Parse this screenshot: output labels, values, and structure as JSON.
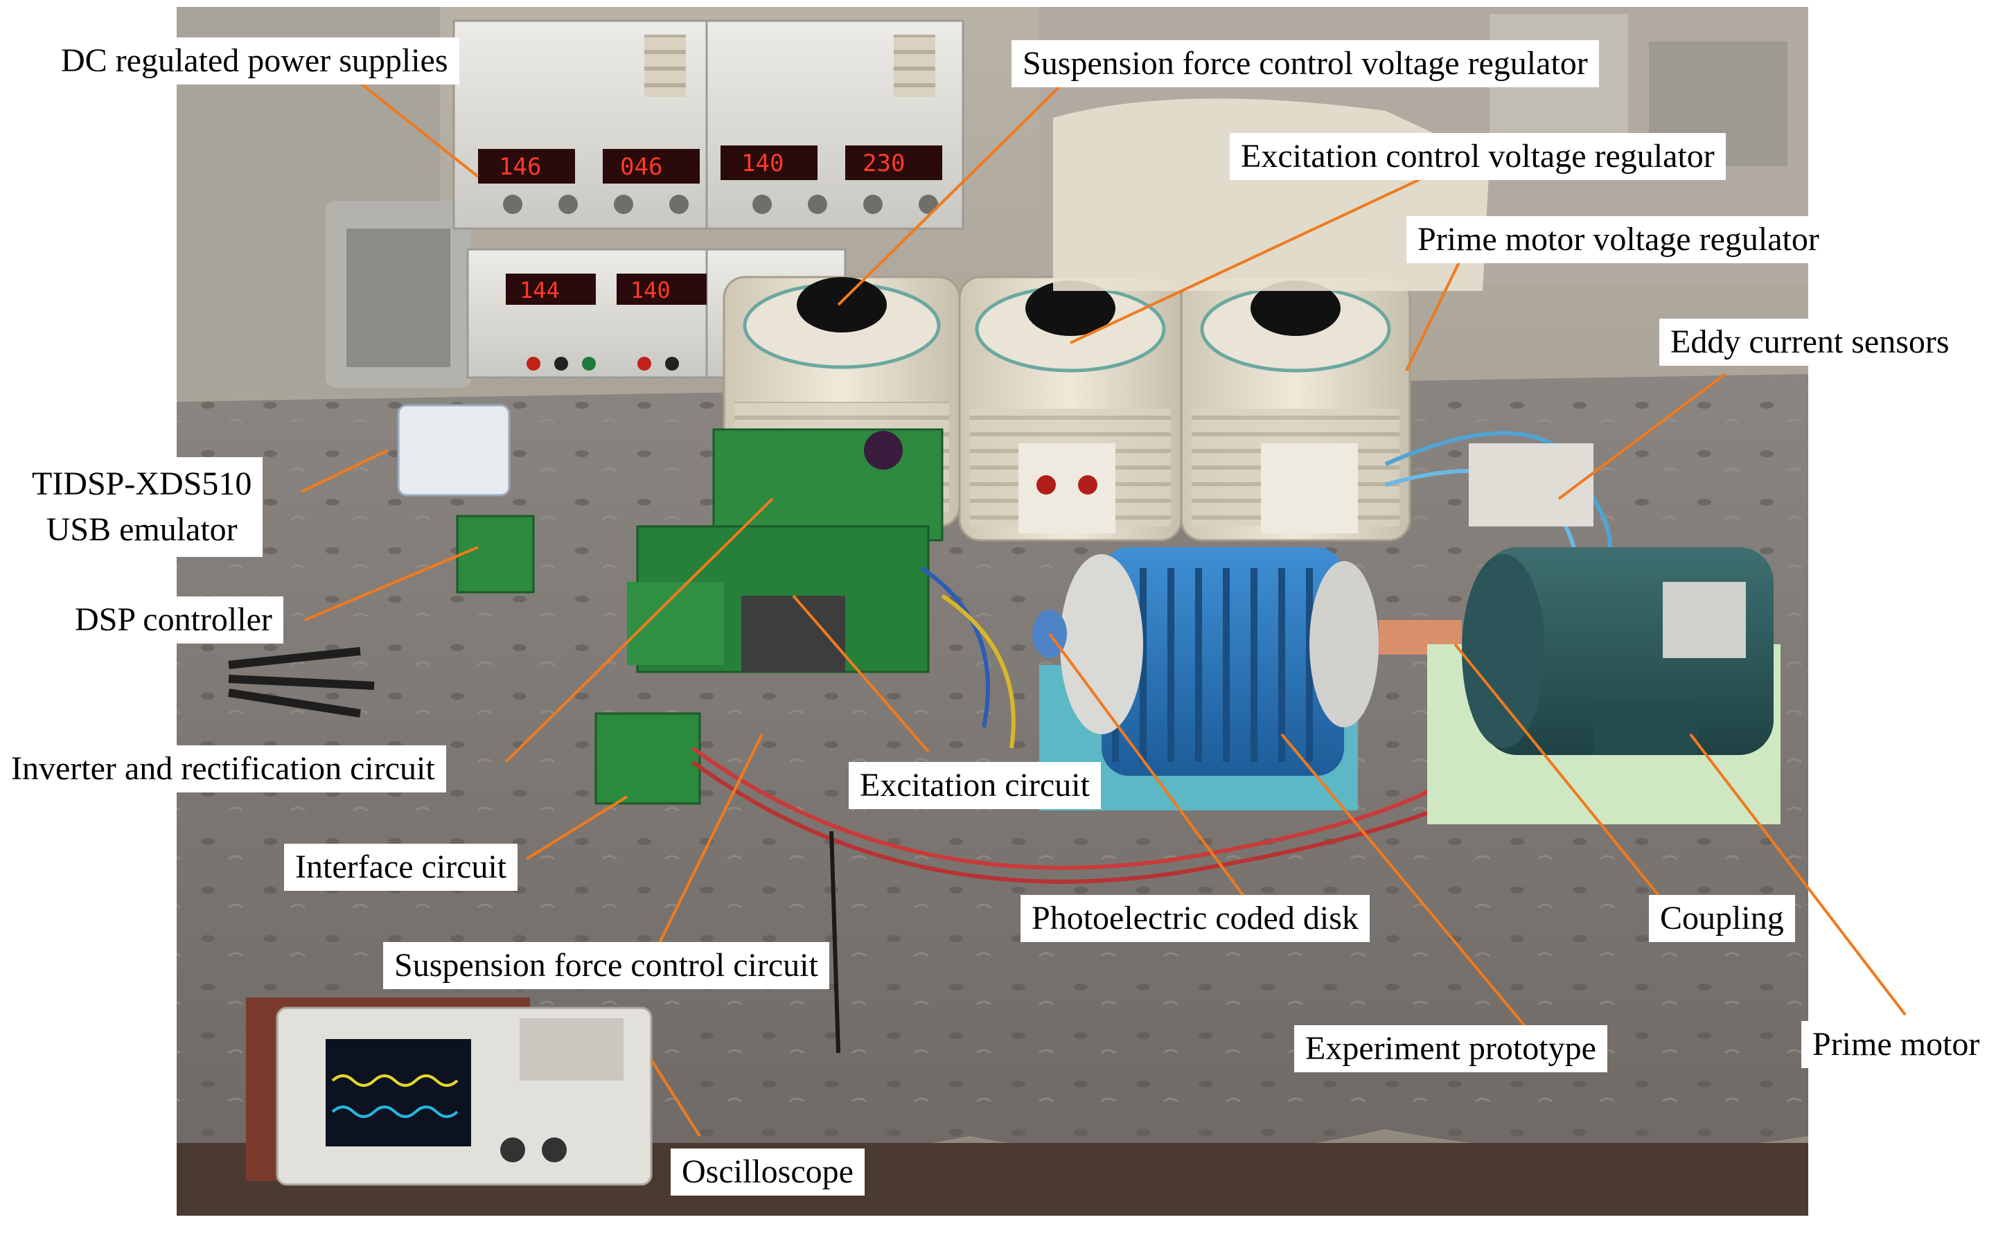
{
  "figure": {
    "labels": {
      "dc_power": "DC regulated power supplies",
      "suspension_regulator": "Suspension force control voltage regulator",
      "excitation_regulator": "Excitation control voltage regulator",
      "prime_regulator": "Prime motor voltage regulator",
      "eddy_sensors": "Eddy current sensors",
      "emulator_line1": "TIDSP-XDS510",
      "emulator_line2": "USB emulator",
      "dsp_controller": "DSP controller",
      "inverter_circuit": "Inverter and rectification circuit",
      "excitation_circuit": "Excitation  circuit",
      "interface_circuit": "Interface circuit",
      "photoelectric_disk": "Photoelectric coded disk",
      "coupling": "Coupling",
      "suspension_circuit": "Suspension force  control circuit",
      "experiment_prototype": "Experiment prototype",
      "prime_motor": "Prime motor",
      "oscilloscope": "Oscilloscope"
    },
    "colors": {
      "leader_line": "#f07a1e",
      "label_bg": "#ffffff",
      "label_text": "#000000"
    }
  }
}
